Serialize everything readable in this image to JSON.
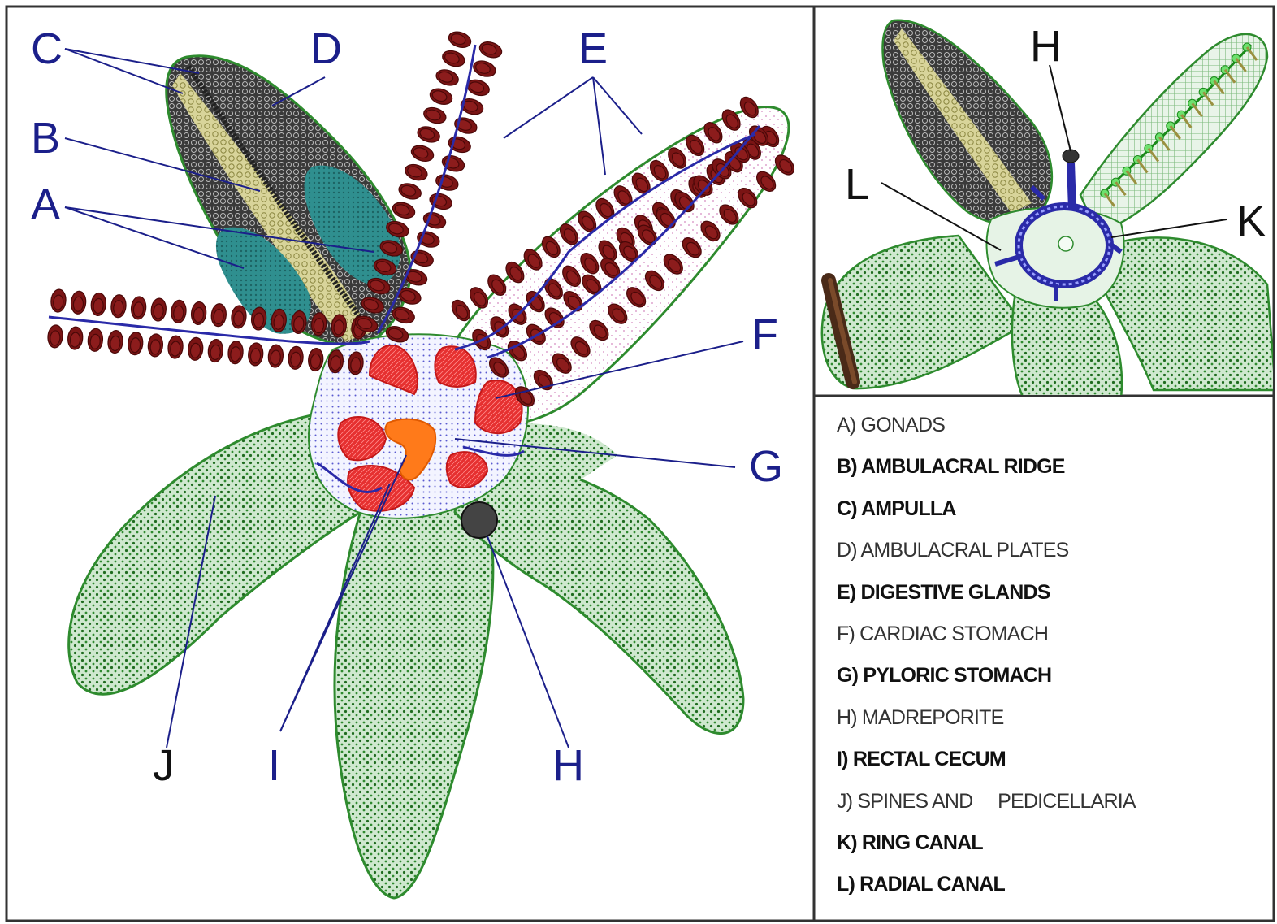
{
  "labels": {
    "main": {
      "A": "A",
      "B": "B",
      "C": "C",
      "D": "D",
      "E": "E",
      "F": "F",
      "G": "G",
      "H": "H",
      "I": "I",
      "J": "J"
    },
    "inset": {
      "H": "H",
      "K": "K",
      "L": "L"
    }
  },
  "legend": [
    {
      "text": "A) GONADS",
      "weight": "light"
    },
    {
      "text": "B) AMBULACRAL RIDGE",
      "weight": "bold"
    },
    {
      "text": "C) AMPULLA",
      "weight": "bold"
    },
    {
      "text": "D) AMBULACRAL PLATES",
      "weight": "light"
    },
    {
      "text": "E) DIGESTIVE GLANDS",
      "weight": "bold"
    },
    {
      "text": "F) CARDIAC STOMACH",
      "weight": "light"
    },
    {
      "text": "G) PYLORIC STOMACH",
      "weight": "bold"
    },
    {
      "text": "H) MADREPORITE",
      "weight": "light"
    },
    {
      "text": "I) RECTAL CECUM",
      "weight": "bold"
    },
    {
      "text": "J) SPINES AND     PEDICELLARIA",
      "weight": "light"
    },
    {
      "text": "K) RING CANAL",
      "weight": "bold"
    },
    {
      "text": "L) RADIAL CANAL",
      "weight": "bold"
    }
  ],
  "colors": {
    "arm_fill": "#4f9a4f",
    "arm_outline": "#2e8b2e",
    "digestive_gland": "#7a1414",
    "cardiac_stomach": "#e01e1e",
    "pyloric_stomach": "#eef0ff",
    "rectal_cecum": "#ff7a1a",
    "gonads": "#2a8a8a",
    "ambulacral_ridge": "#c8c47a",
    "ambulacral_plates": "#2a2a2a",
    "canal": "#2a2aa8",
    "label": "#1b1f8a"
  }
}
